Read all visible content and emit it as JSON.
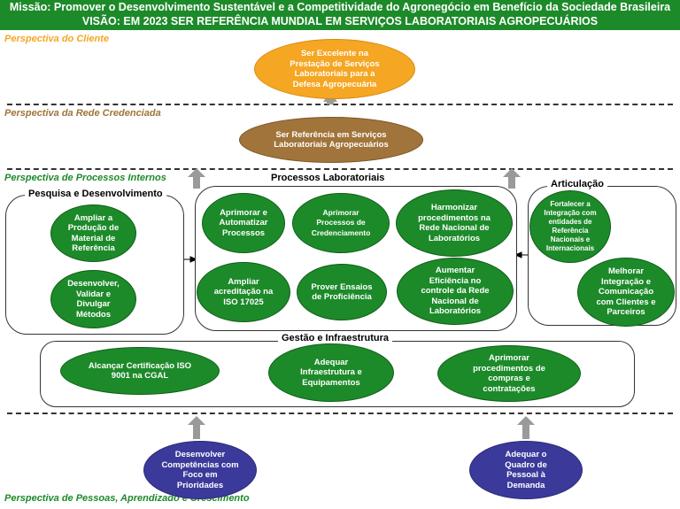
{
  "header": {
    "mission": "Missão: Promover o Desenvolvimento Sustentável e a Competitividade do Agronegócio em Benefício da Sociedade Brasileira",
    "vision": "VISÃO: EM 2023 SER REFERÊNCIA MUNDIAL EM SERVIÇOS LABORATORIAIS AGROPECUÁRIOS"
  },
  "perspectives": {
    "cliente": "Perspectiva do Cliente",
    "rede": "Perspectiva da Rede Credenciada",
    "processos": "Perspectiva de Processos Internos",
    "pessoas": "Perspectiva de Pessoas, Aprendizado e Crescimento"
  },
  "colors": {
    "banner": "#1d8a2a",
    "cliente": "#f5a623",
    "rede": "#a0743a",
    "processos": "#1d8a2a",
    "pessoas": "#3b3a9a",
    "arrow": "#9a9a9a"
  },
  "cliente_objective": "Ser Excelente na Prestação de Serviços Laboratoriais para a Defesa Agropecuária",
  "rede_objective": "Ser Referência em Serviços Laboratoriais Agropecuários",
  "groups": {
    "pesquisa": {
      "title": "Pesquisa e Desenvolvimento",
      "items": [
        "Ampliar a Produção de Material de Referência",
        "Desenvolver, Validar e Divulgar Métodos"
      ]
    },
    "processos": {
      "title": "Processos Laboratoriais",
      "items": [
        "Aprimorar e Automatizar Processos",
        "Aprimorar Processos de Credenciamento",
        "Harmonizar procedimentos na Rede Nacional de Laboratórios",
        "Ampliar acreditação na ISO 17025",
        "Prover Ensaios de Proficiência",
        "Aumentar Eficiência no controle da Rede Nacional de Laboratórios"
      ]
    },
    "articulacao": {
      "title": "Articulação",
      "items": [
        "Fortalecer a Integração com entidades de Referência Nacionais e Internacionais",
        "Melhorar Integração e Comunicação com Clientes e Parceiros"
      ]
    },
    "gestao": {
      "title": "Gestão e Infraestrutura",
      "items": [
        "Alcançar Certificação ISO 9001 na CGAL",
        "Adequar Infraestrutura e Equipamentos",
        "Aprimorar procedimentos de compras e contratações"
      ]
    }
  },
  "pessoas_objectives": [
    "Desenvolver Competências com Foco em Prioridades",
    "Adequar o Quadro de Pessoal à Demanda"
  ]
}
